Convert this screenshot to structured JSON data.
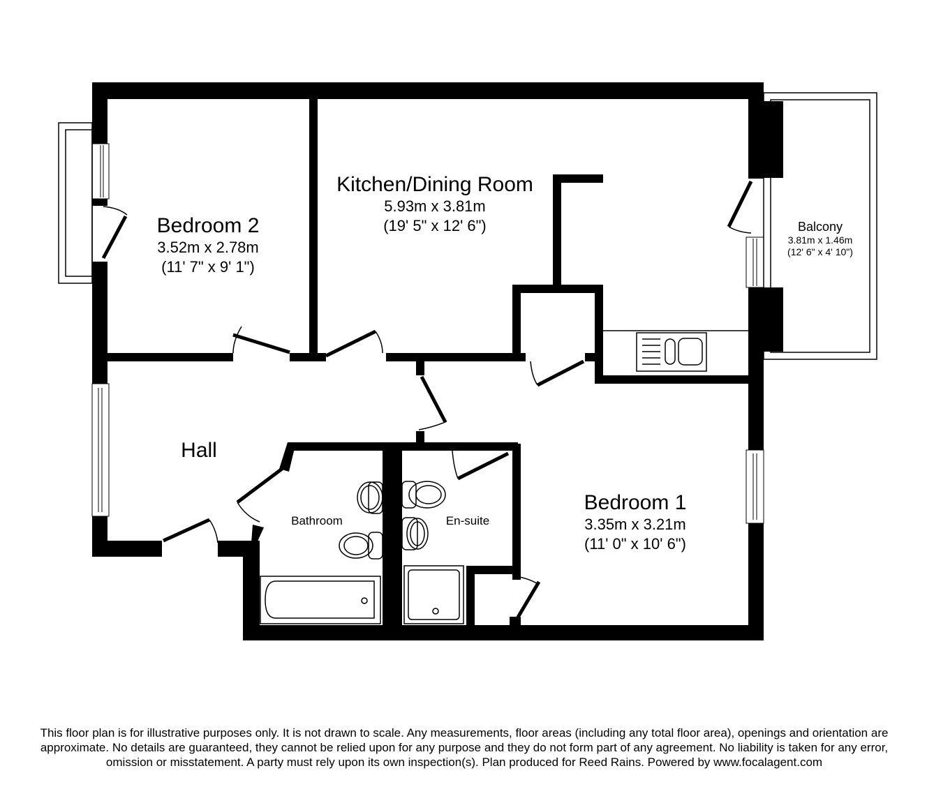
{
  "rooms": {
    "kitchen": {
      "name": "Kitchen/Dining Room",
      "metric": "5.93m x 3.81m",
      "imperial": "(19' 5\" x 12' 6\")"
    },
    "bedroom2": {
      "name": "Bedroom 2",
      "metric": "3.52m x 2.78m",
      "imperial": "(11' 7\" x 9' 1\")"
    },
    "balcony": {
      "name": "Balcony",
      "metric": "3.81m x 1.46m",
      "imperial": "(12' 6\" x 4' 10\")"
    },
    "hall": {
      "name": "Hall"
    },
    "bathroom": {
      "name": "Bathroom"
    },
    "ensuite": {
      "name": "En-suite"
    },
    "bedroom1": {
      "name": "Bedroom 1",
      "metric": "3.35m x 3.21m",
      "imperial": "(11' 0\" x 10' 6\")"
    }
  },
  "disclaimer": "This floor plan is for illustrative purposes only. It is not drawn to scale. Any measurements, floor areas (including any total floor area), openings and orientation are approximate. No details are guaranteed, they cannot be relied upon for any purpose and they do not form part of any agreement. No liability is taken for any error, omission or misstatement. A party must rely upon its own inspection(s). Plan produced for Reed Rains. Powered by www.focalagent.com",
  "colors": {
    "wall": "#000000",
    "background": "#ffffff",
    "fixture_stroke": "#000000"
  }
}
